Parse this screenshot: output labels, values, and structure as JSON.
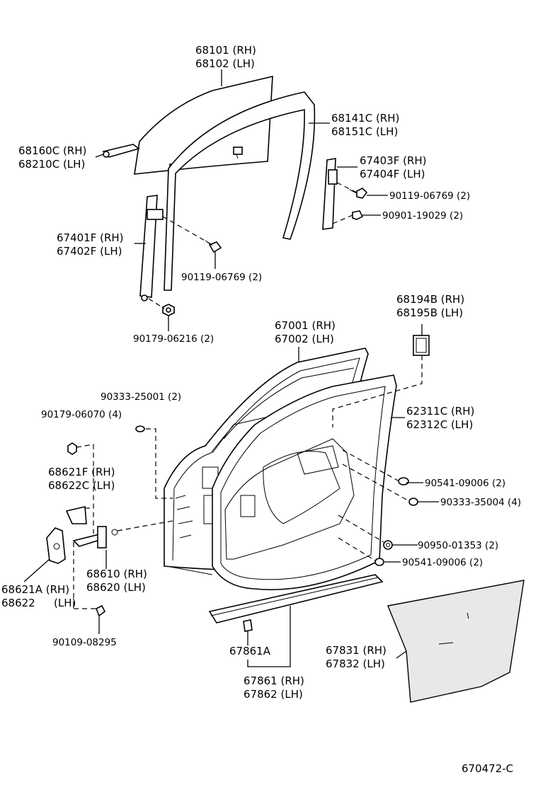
{
  "labels": {
    "glass": [
      "68101 (RH)",
      "68102 (LH)"
    ],
    "run_channel": [
      "68141C (RH)",
      "68151C (LH)"
    ],
    "regulator_slide": [
      "68160C (RH)",
      "68210C (LH)"
    ],
    "rear_channel": [
      "67403F (RH)",
      "67404F (LH)"
    ],
    "bolt_rear_a": "90119-06769 (2)",
    "bolt_rear_b": "90901-19029 (2)",
    "front_channel": [
      "67401F (RH)",
      "67402F (LH)"
    ],
    "bolt_front": "90119-06769 (2)",
    "nut_front": "90179-06216 (2)",
    "cushion": [
      "68194B (RH)",
      "68195B (LH)"
    ],
    "door_panel": [
      "67001 (RH)",
      "67002 (LH)"
    ],
    "plug_a": "90333-25001 (2)",
    "nut_hinge": "90179-06070 (4)",
    "weatherstrip": [
      "62311C (RH)",
      "62312C (LH)"
    ],
    "hinge_upper": [
      "68621F (RH)",
      "68622C (LH)"
    ],
    "clip_a": "90541-09006 (2)",
    "plug_b": "90333-35004 (4)",
    "grommet": "90950-01353 (2)",
    "clip_b": "90541-09006 (2)",
    "check": [
      "68610 (RH)",
      "68620 (LH)"
    ],
    "hinge_lower": [
      "68621A (RH)",
      "68622",
      "(LH)"
    ],
    "bolt_hinge": "90109-08295",
    "clip_sill": "67861A",
    "sill_strip": [
      "67861 (RH)",
      "67862 (LH)"
    ],
    "service_cover": [
      "67831 (RH)",
      "67832 (LH)"
    ],
    "diagram_id": "670472-C"
  }
}
